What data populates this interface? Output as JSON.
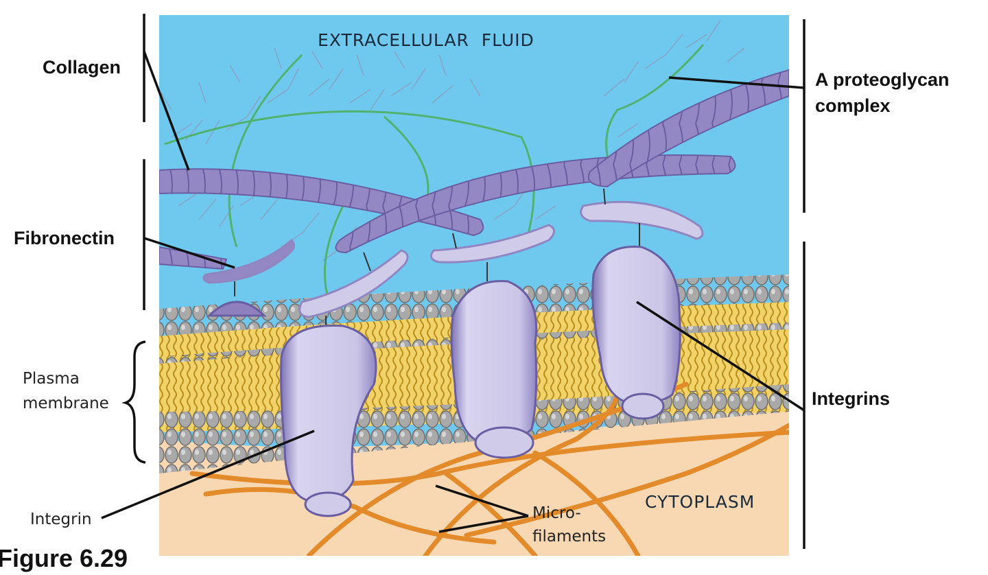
{
  "regions": {
    "extracellular": "EXTRACELLULAR  FLUID",
    "cytoplasm": "CYTOPLASM"
  },
  "labels": {
    "collagen": "Collagen",
    "fibronectin": "Fibronectin",
    "plasma_membrane_line1": "Plasma",
    "plasma_membrane_line2": "membrane",
    "integrin": "Integrin",
    "proteoglycan_line1": "A proteoglycan",
    "proteoglycan_line2": "complex",
    "integrins": "Integrins",
    "microfilaments_line1": "Micro-",
    "microfilaments_line2": "filaments"
  },
  "figure_caption": "Figure 6.29",
  "colors": {
    "extracellular_fluid": "#6fc9ef",
    "cytoplasm": "#f8d8b2",
    "collagen": "#8d80bd",
    "proteoglycan": "#63b67c",
    "lipid_head": "#a9a9a9",
    "lipid_tail": "#e8c34a",
    "integrin": "#cfcbe8",
    "microfilament": "#e38a2a"
  }
}
